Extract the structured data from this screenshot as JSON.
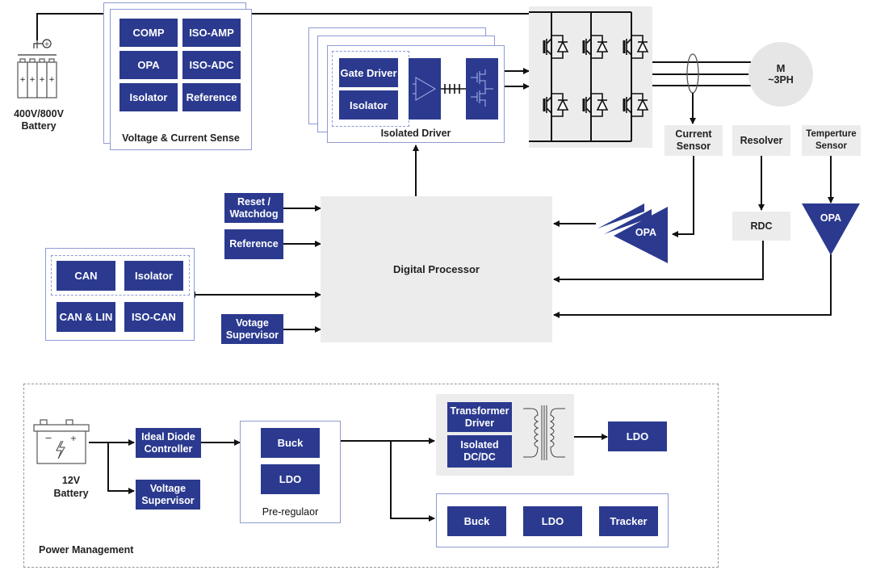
{
  "hv_battery": {
    "label_line1": "400V/800V",
    "label_line2": "Battery",
    "icon": "battery-pack-icon"
  },
  "sense_module": {
    "title": "Voltage & Current Sense",
    "blocks": [
      "COMP",
      "ISO-AMP",
      "OPA",
      "ISO-ADC",
      "Isolator",
      "Reference"
    ]
  },
  "isolated_driver": {
    "title": "Isolated Driver",
    "blocks": [
      "Gate Driver",
      "Isolator"
    ],
    "icons": [
      "amplifier-icon",
      "capacitor-isolation-icon",
      "mosfet-icon"
    ]
  },
  "inverter": {
    "icon": "igbt-bridge-icon"
  },
  "motor": {
    "line1": "M",
    "line2": "~3PH"
  },
  "sensors": {
    "current": {
      "line1": "Current",
      "line2": "Sensor"
    },
    "resolver": "Resolver",
    "temperature": {
      "line1": "Temperture",
      "line2": "Sensor"
    }
  },
  "rdc": "RDC",
  "opa_current": "OPA",
  "opa_temp": "OPA",
  "processor": "Digital Processor",
  "left_inputs": {
    "reset_line1": "Reset /",
    "reset_line2": "Watchdog",
    "reference": "Reference",
    "supervisor_line1": "Votage",
    "supervisor_line2": "Supervisor"
  },
  "comm_module": {
    "blocks": [
      "CAN",
      "Isolator",
      "CAN & LIN",
      "ISO-CAN"
    ]
  },
  "power": {
    "title": "Power Management",
    "battery_line1": "12V",
    "battery_line2": "Battery",
    "ideal_diode_line1": "Ideal Diode",
    "ideal_diode_line2": "Controller",
    "supervisor_line1": "Voltage",
    "supervisor_line2": "Supervisor",
    "preregulator": {
      "title": "Pre-regulaor",
      "blocks": [
        "Buck",
        "LDO"
      ]
    },
    "transformer_driver_line1": "Transformer",
    "transformer_driver_line2": "Driver",
    "isolated_dcdc_line1": "Isolated",
    "isolated_dcdc_line2": "DC/DC",
    "ldo_out": "LDO",
    "rail_blocks": [
      "Buck",
      "LDO",
      "Tracker"
    ]
  },
  "colors": {
    "block_blue": "#2b3a8f",
    "frame": "#8e9bd4",
    "grey": "#ececec",
    "line": "#111111"
  }
}
